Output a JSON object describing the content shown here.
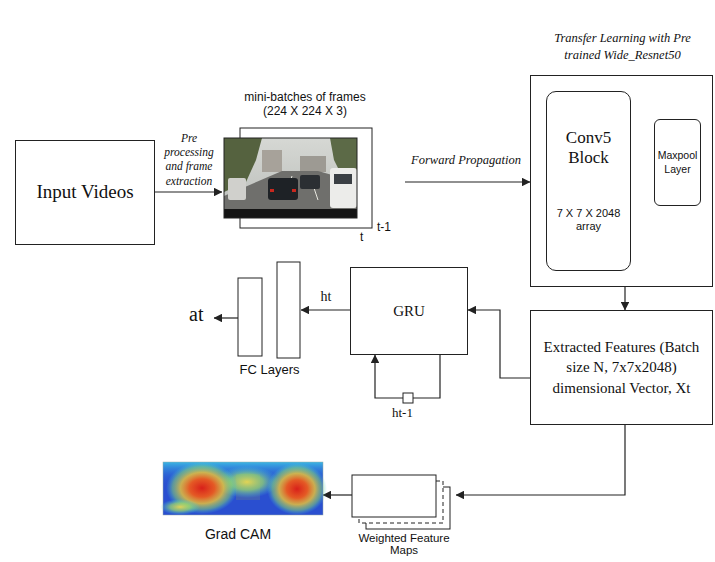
{
  "diagram": {
    "nodes": [
      {
        "text": [
          "Input Videos"
        ]
      },
      {
        "text": [
          "mini-batches of frames (224 X 224 X 3)",
          "t",
          "t-1"
        ]
      },
      {
        "text": [
          "Transfer Learning with Pre trained Wide_Resnet50"
        ]
      },
      {
        "text": [
          "Conv5 Block",
          "7 X 7 X 2048 array"
        ],
        "in": 2
      },
      {
        "text": [
          "Maxpool Layer"
        ],
        "in": 2
      },
      {
        "text": [
          "FC Layers"
        ]
      },
      {
        "text": [
          "GRU"
        ]
      },
      {
        "text": [
          "Extracted Features (Batch size N, 7x7x2048) dimensional Vector, Xt"
        ]
      },
      {
        "text": [
          "Grad CAM"
        ]
      },
      {
        "text": [
          "Weighted Feature Maps"
        ]
      }
    ],
    "edges": [
      {
        "from": 0,
        "to": 1,
        "arrow": "to",
        "label": "Pre processing and frame extraction"
      },
      {
        "from": 1,
        "to": 2,
        "arrow": "to",
        "label": "Forward Propagation"
      },
      {
        "from": 2,
        "to": 7,
        "arrow": "to"
      },
      {
        "from": 7,
        "to": 6,
        "arrow": "to"
      },
      {
        "from": 6,
        "to": 6,
        "arrow": "to",
        "label": "ht-1"
      },
      {
        "from": 6,
        "to": 5,
        "arrow": "to",
        "label": "ht"
      },
      {
        "from": 7,
        "to": 9,
        "arrow": "to"
      },
      {
        "from": 9,
        "to": 8,
        "arrow": "to"
      }
    ],
    "labels": [
      "at"
    ]
  }
}
